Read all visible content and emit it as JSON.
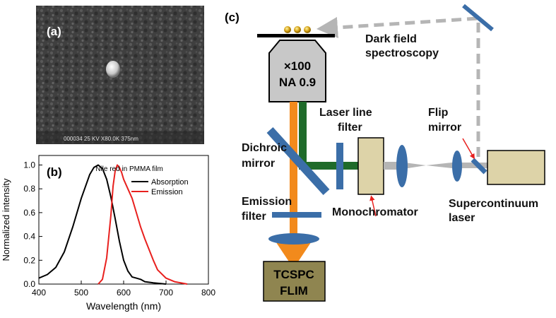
{
  "panel_a": {
    "label": "(a)",
    "sem_footer": "000034  25 KV  X80.0K  375nm"
  },
  "panel_b": {
    "label": "(b)"
  },
  "panel_c": {
    "label": "(c)",
    "objective_line1": "×100",
    "objective_line2": "NA 0.9",
    "dark_field_line1": "Dark field",
    "dark_field_line2": "spectroscopy",
    "laser_line_filter_line1": "Laser line",
    "laser_line_filter_line2": "filter",
    "flip_mirror_line1": "Flip",
    "flip_mirror_line2": "mirror",
    "dichroic_line1": "Dichroic",
    "dichroic_line2": "mirror",
    "emission_filter_line1": "Emission",
    "emission_filter_line2": "filter",
    "monochromator": "Monochromator",
    "supercontinuum_line1": "Supercontinuum",
    "supercontinuum_line2": "laser",
    "tcspc_line1": "TCSPC",
    "tcspc_line2": "FLIM"
  },
  "colors": {
    "excitation_green": "#1f6b2a",
    "emission_orange": "#f28a1c",
    "optics_blue": "#3b6ea8",
    "monochromator_fill": "#ddd3a8",
    "tcspc_fill": "#8f8550",
    "dark_field_gray": "#b5b5b5",
    "absorption_line": "#000000",
    "emission_line": "#e8201e"
  },
  "chart_data": {
    "type": "line",
    "legend_title": "Nile red in PMMA film",
    "legend_placement": "top-right",
    "xlabel": "Wavelength (nm)",
    "ylabel": "Normalized intensity",
    "xlim": [
      400,
      800
    ],
    "ylim": [
      0.0,
      1.08
    ],
    "xticks": [
      "400",
      "500",
      "600",
      "700",
      "800"
    ],
    "yticks": [
      "0.0",
      "0.2",
      "0.4",
      "0.6",
      "0.8",
      "1.0"
    ],
    "series": [
      {
        "name": "Absorption",
        "color": "#000000",
        "x": [
          400,
          420,
          440,
          460,
          480,
          500,
          520,
          530,
          540,
          550,
          560,
          570,
          580,
          590,
          600,
          610,
          620,
          630,
          640,
          650,
          670,
          700
        ],
        "y": [
          0.05,
          0.08,
          0.14,
          0.27,
          0.48,
          0.72,
          0.92,
          0.98,
          1.0,
          0.97,
          0.88,
          0.73,
          0.55,
          0.36,
          0.2,
          0.11,
          0.06,
          0.05,
          0.04,
          0.02,
          0.01,
          0.0
        ]
      },
      {
        "name": "Emission",
        "color": "#e8201e",
        "x": [
          540,
          550,
          560,
          570,
          575,
          580,
          585,
          590,
          595,
          600,
          610,
          620,
          630,
          640,
          650,
          660,
          670,
          680,
          700,
          720,
          750
        ],
        "y": [
          0.0,
          0.04,
          0.22,
          0.58,
          0.82,
          0.95,
          1.0,
          0.98,
          0.94,
          0.88,
          0.8,
          0.72,
          0.6,
          0.48,
          0.38,
          0.29,
          0.2,
          0.12,
          0.05,
          0.02,
          0.0
        ]
      }
    ]
  }
}
